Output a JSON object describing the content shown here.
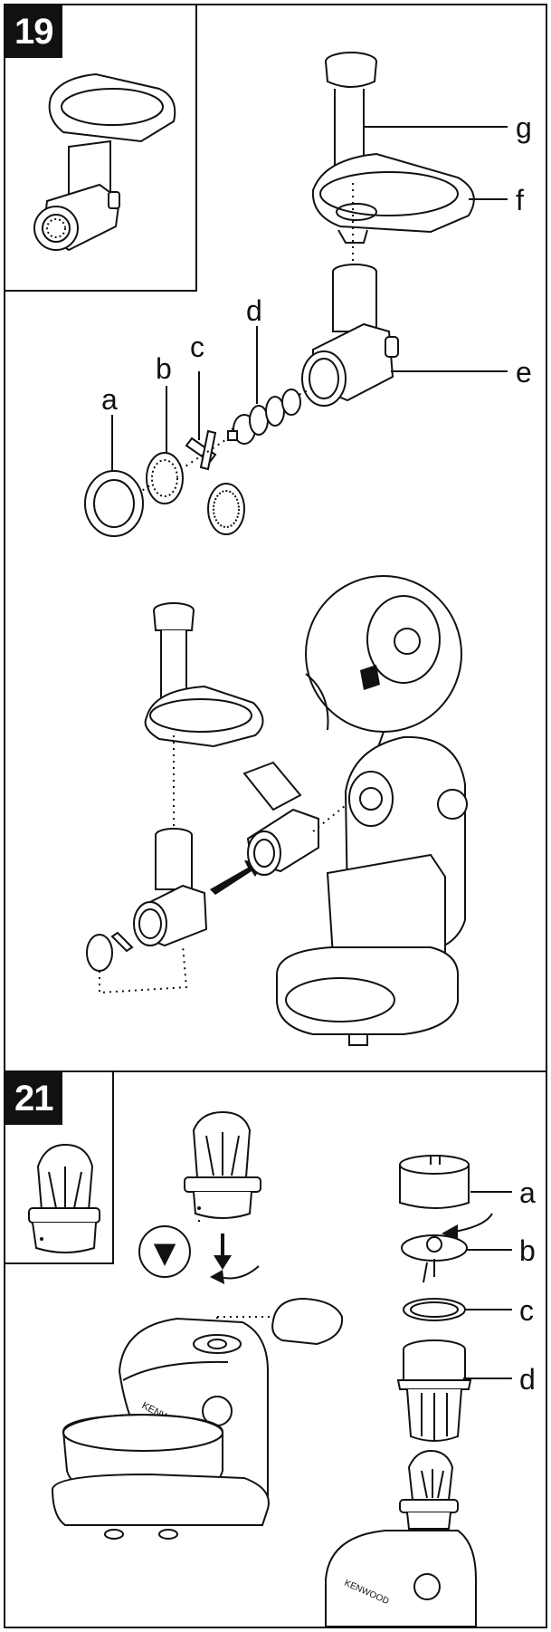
{
  "panels": [
    {
      "step": "19"
    },
    {
      "step": "21"
    }
  ],
  "grinder_labels": {
    "a": "a",
    "b": "b",
    "c": "c",
    "d": "d",
    "e": "e",
    "f": "f",
    "g": "g"
  },
  "mill_labels": {
    "a": "a",
    "b": "b",
    "c": "c",
    "d": "d"
  },
  "lock_symbol": "▼",
  "mixer_brand": "KENWOOD"
}
